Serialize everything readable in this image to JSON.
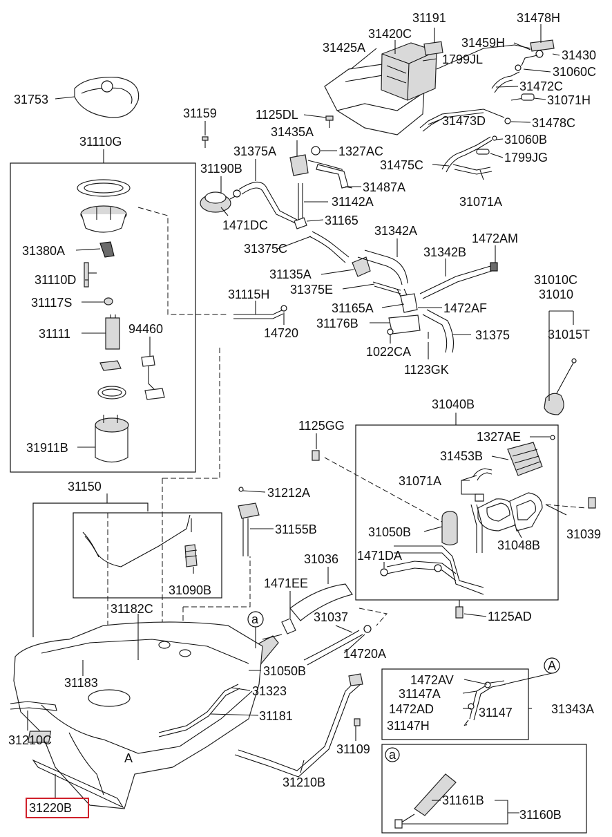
{
  "diagram": {
    "highlight_color": "#d0202a",
    "callout_letter": "a",
    "view_letter": "A",
    "labels": {
      "p31191": "31191",
      "p31478H": "31478H",
      "p31420C": "31420C",
      "p31459H": "31459H",
      "p31425A": "31425A",
      "p1799JL": "1799JL",
      "p31430": "31430",
      "p31060C": "31060C",
      "p31472C": "31472C",
      "p31071H": "31071H",
      "p31753": "31753",
      "p31159": "31159",
      "p1125DL": "1125DL",
      "p31473D": "31473D",
      "p31478C": "31478C",
      "p31110G": "31110G",
      "p31435A": "31435A",
      "p31060B": "31060B",
      "p31375A": "31375A",
      "p1327AC": "1327AC",
      "p1799JG": "1799JG",
      "p31190B": "31190B",
      "p31475C": "31475C",
      "p31487A": "31487A",
      "p31142A": "31142A",
      "p31071A_top": "31071A",
      "p31165": "31165",
      "p1471DC": "1471DC",
      "p31342A": "31342A",
      "p1472AM": "1472AM",
      "p31380A": "31380A",
      "p31375C": "31375C",
      "p31342B": "31342B",
      "p31135A": "31135A",
      "p31110D": "31110D",
      "p31375E": "31375E",
      "p31010C": "31010C",
      "p31010": "31010",
      "p31115H": "31115H",
      "p31117S": "31117S",
      "p31165A": "31165A",
      "p1472AF": "1472AF",
      "p31176B": "31176B",
      "p31015T": "31015T",
      "p31111": "31111",
      "p94460": "94460",
      "p14720": "14720",
      "p31375": "31375",
      "p1022CA": "1022CA",
      "p1123GK": "1123GK",
      "p31040B": "31040B",
      "p1125GG": "1125GG",
      "p1327AE": "1327AE",
      "p31911B": "31911B",
      "p31453B": "31453B",
      "p31071A_mid": "31071A",
      "p31150": "31150",
      "p31212A": "31212A",
      "p31039": "31039",
      "p31155B": "31155B",
      "p31050B_mid": "31050B",
      "p31048B": "31048B",
      "p31036": "31036",
      "p1471DA": "1471DA",
      "p1471EE": "1471EE",
      "p31090B": "31090B",
      "p31182C": "31182C",
      "p1125AD": "1125AD",
      "p31037": "31037",
      "p14720A": "14720A",
      "p31050B_low": "31050B",
      "p31183": "31183",
      "p31323": "31323",
      "p1472AV": "1472AV",
      "p31147A": "31147A",
      "p31343A": "31343A",
      "p31181": "31181",
      "p1472AD": "1472AD",
      "p31147": "31147",
      "p31210C": "31210C",
      "p31147H": "31147H",
      "p31109": "31109",
      "p31210B": "31210B",
      "p31161B": "31161B",
      "p31160B": "31160B",
      "p31220B": "31220B"
    }
  }
}
